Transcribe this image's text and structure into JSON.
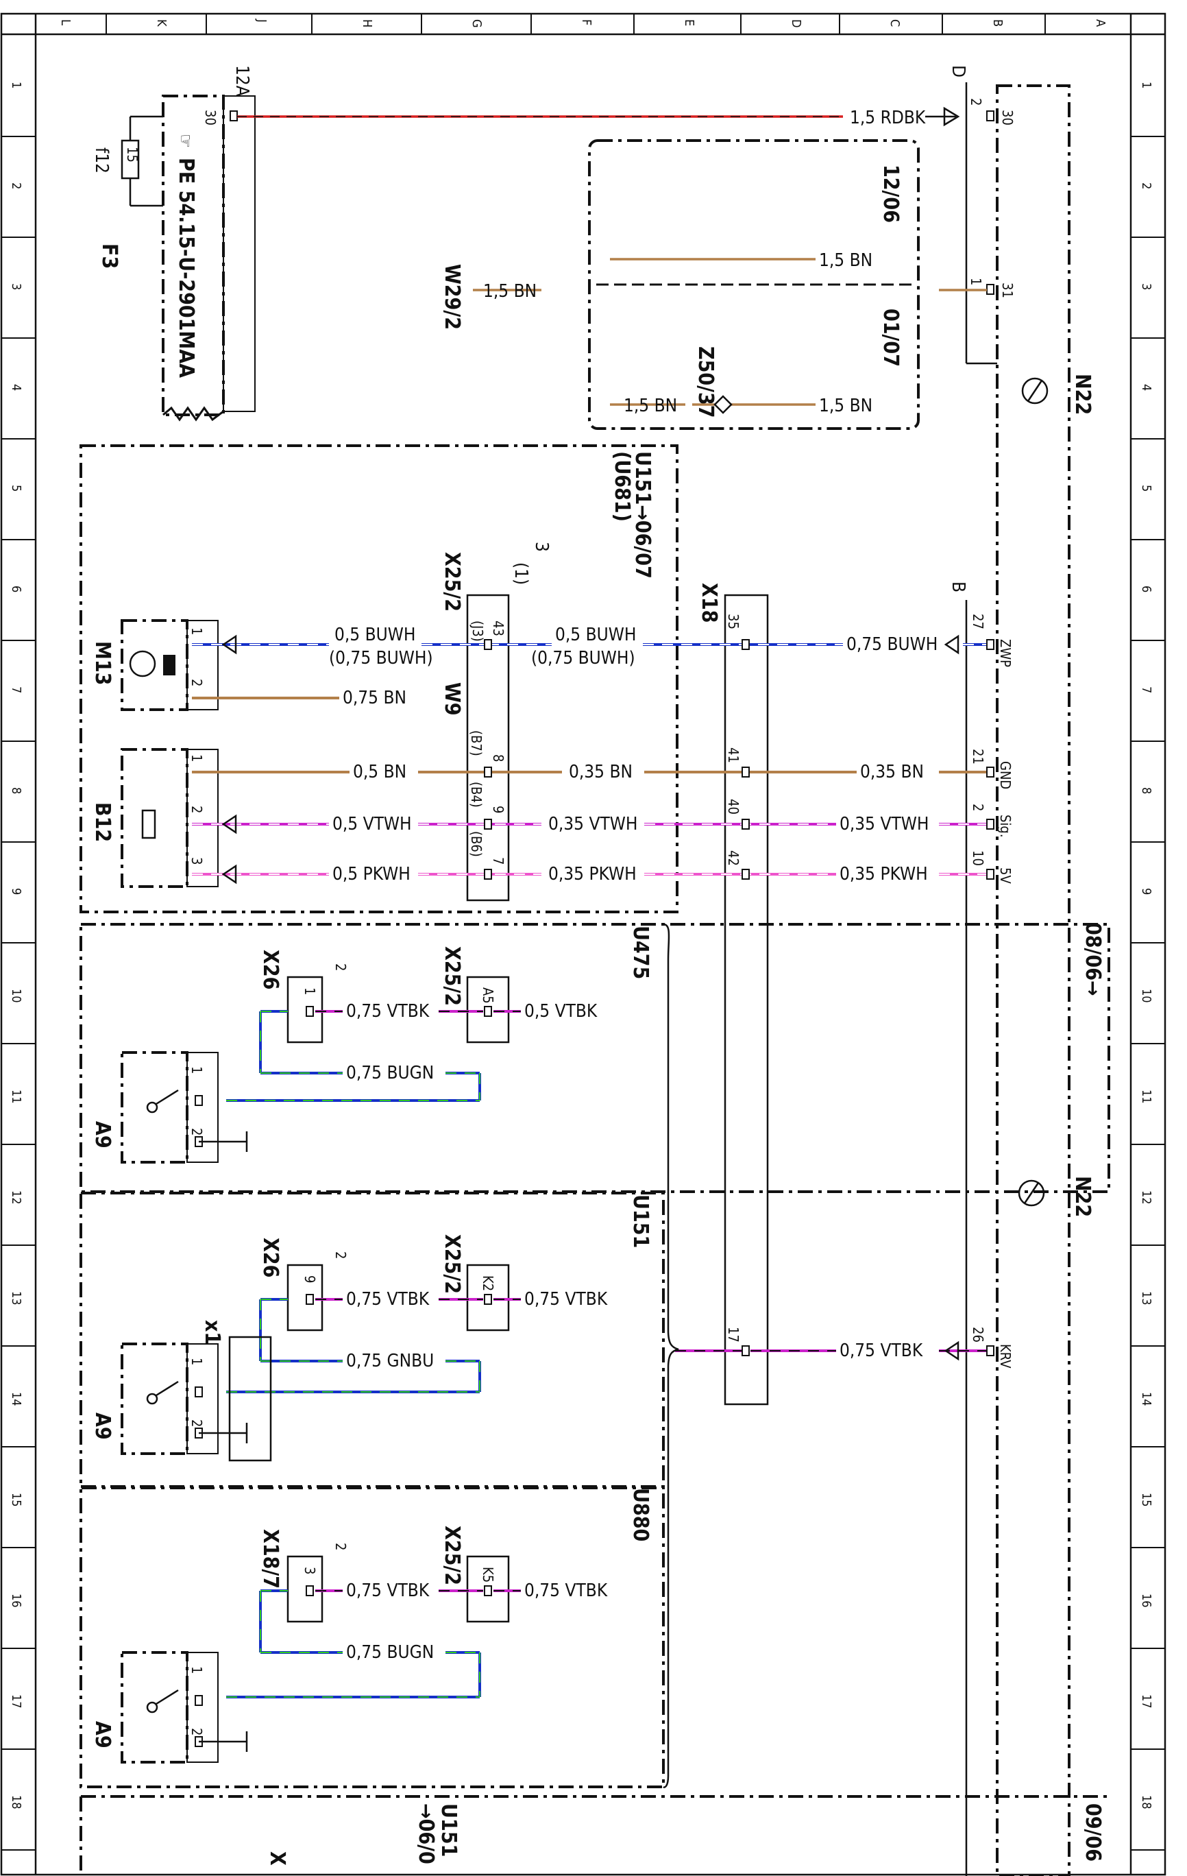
{
  "colors": {
    "bn": "#b3804a",
    "rdbk": "#d92020",
    "bu": "#1530c8",
    "wh": "#ffffff",
    "vt": "#cc22cc",
    "pk": "#ee55cc",
    "gn": "#33cc22",
    "bk": "#111111"
  },
  "ruler": {
    "rows": [
      "1",
      "2",
      "3",
      "4",
      "5",
      "6",
      "7",
      "8",
      "9",
      "10",
      "11",
      "12",
      "13",
      "14",
      "15",
      "16",
      "17",
      "18"
    ],
    "cols": [
      "L",
      "K",
      "J",
      "H",
      "G",
      "F",
      "E",
      "D",
      "C",
      "B",
      "A"
    ]
  },
  "components": {
    "f12": "f12",
    "f15": "15",
    "f3": "F3",
    "f3_pin": "30",
    "f3_ref": "12A",
    "pe_note": "PE 54.15-U-2901MAA",
    "w29": "W29/2",
    "z50": "Z50/37",
    "ref_1206": "12/06",
    "ref_0107": "01/07",
    "u151_ref": "U151→06/07",
    "u681": "(U681)",
    "x25": "X25/2",
    "x25_a": "3",
    "x25_b": "(1)",
    "x18": "X18",
    "m13": "M13",
    "b12": "B12",
    "w9": "W9",
    "n22": "N22",
    "n22_d": "D",
    "n22_b": "B",
    "u475": "U475",
    "u151": "U151",
    "u880": "U880",
    "a9": "A9",
    "x26": "X26",
    "x1": "x1",
    "x187": "X18/7",
    "ref_0806": "08/06→",
    "ref_0906": "09/06",
    "u151_b": "U151",
    "u151_b_ref": "→06/0",
    "x_bottom": "X"
  },
  "wires": {
    "w_15rdbk": "1,5  RDBK",
    "w_15bn": "1,5  BN",
    "w_05buwh": "0,5  BUWH",
    "w_075buwh_alt": "(0,75  BUWH)",
    "w_075buwh": "0,75  BUWH",
    "w_075bn": "0,75  BN",
    "w_05bn": "0,5  BN",
    "w_035bn": "0,35  BN",
    "w_05vtwh": "0,5  VTWH",
    "w_035vtwh": "0,35  VTWH",
    "w_05pkwh": "0,5  PKWH",
    "w_035pkwh": "0,35  PKWH",
    "w_075vtbk": "0,75  VTBK",
    "w_05vtbk": "0,5  VTBK",
    "w_075bugn": "0,75  BUGN",
    "w_075gnbu": "0,75  GNBU"
  },
  "pins": {
    "n22_30": "30",
    "n22_2": "2",
    "n22_31": "31",
    "n22_1": "1",
    "zwp": "ZWP",
    "gnd": "GND",
    "sig": "Sig.",
    "v5": "5V",
    "krv": "KRV",
    "p27": "27",
    "p21": "21",
    "p2": "2",
    "p10": "10",
    "p26": "26",
    "x18_35": "35",
    "x18_41": "41",
    "x18_40": "40",
    "x18_42": "42",
    "x18_17": "17",
    "x25_43": "43",
    "x25_j3": "(J3)",
    "x25_8": "8",
    "x25_b7": "(B7)",
    "x25_9": "9",
    "x25_b4": "(B4)",
    "x25_7": "7",
    "x25_b6": "(B6)",
    "p1": "1",
    "p2b": "2",
    "p3": "3",
    "a5": "A5",
    "k2": "K2",
    "k5": "K5",
    "p9": "9",
    "p3b": "3",
    "hdr1": "1",
    "hdr2": "2"
  }
}
